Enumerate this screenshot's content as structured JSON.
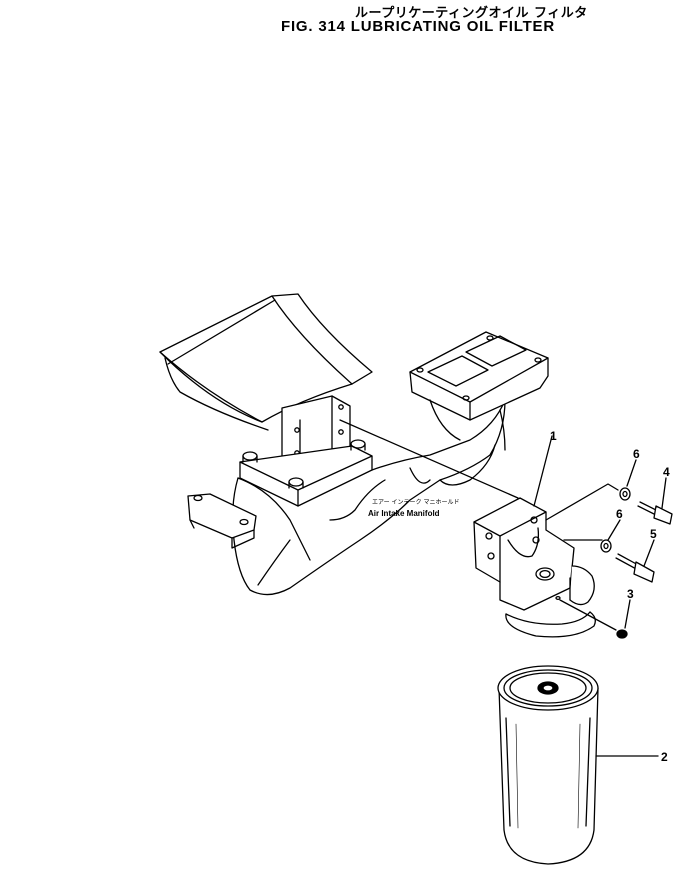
{
  "title": {
    "japanese": "ループリケーティングオイル フィルタ",
    "english": "FIG. 314  LUBRICATING OIL FILTER"
  },
  "caption": {
    "japanese": "エアー インテーク マニホールド",
    "english": "Air Intake Manifold"
  },
  "callouts": [
    {
      "id": "1",
      "label": "1"
    },
    {
      "id": "2",
      "label": "2"
    },
    {
      "id": "3",
      "label": "3"
    },
    {
      "id": "4",
      "label": "4"
    },
    {
      "id": "5",
      "label": "5"
    },
    {
      "id": "6a",
      "label": "6"
    },
    {
      "id": "6b",
      "label": "6"
    }
  ]
}
